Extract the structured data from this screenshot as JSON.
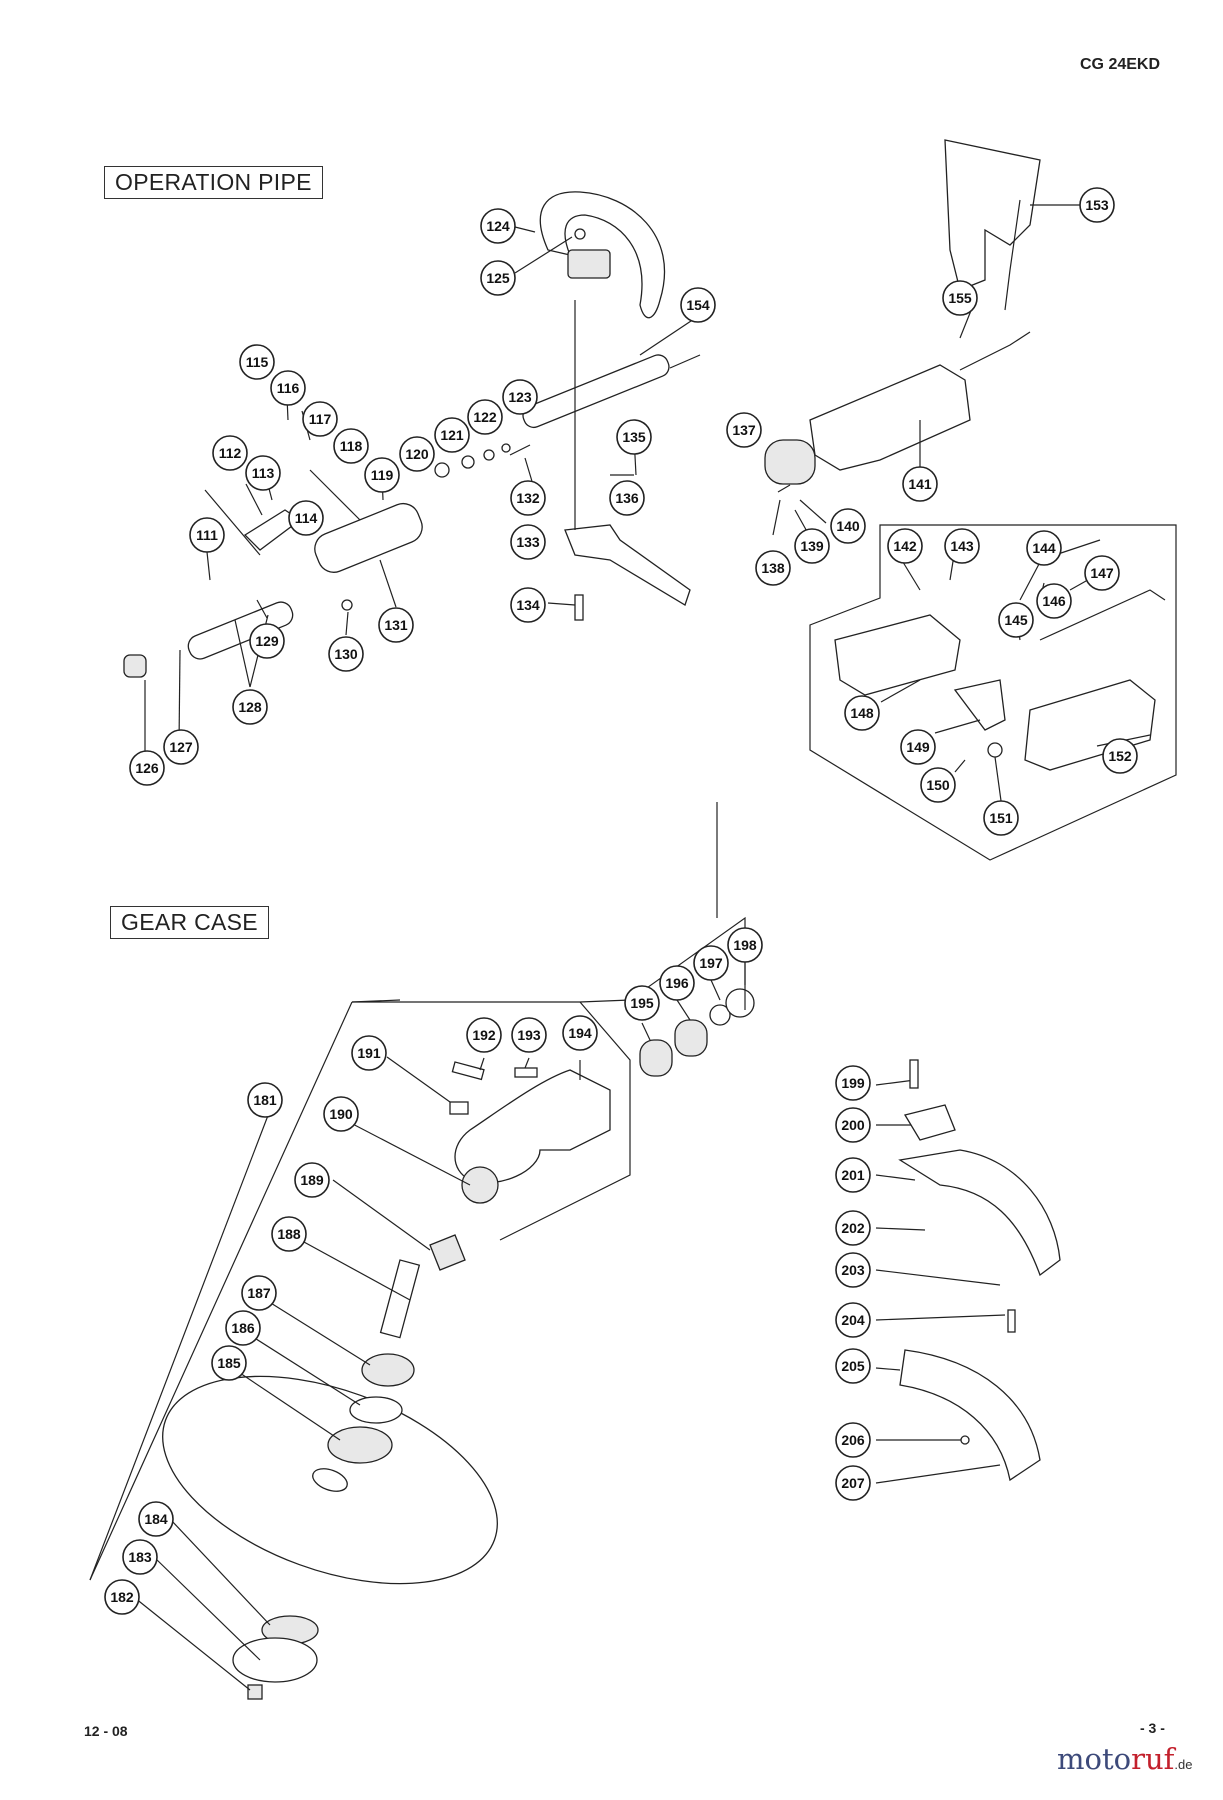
{
  "model": "CG 24EKD",
  "sections": {
    "operation_pipe": "OPERATION PIPE",
    "gear_case": "GEAR CASE"
  },
  "footer": {
    "date": "12 - 08",
    "page": "- 3 -",
    "brand_a": "moto",
    "brand_b": "ruf",
    "brand_c": ".de"
  },
  "callouts": {
    "p111": "111",
    "p112": "112",
    "p113": "113",
    "p114": "114",
    "p115": "115",
    "p116": "116",
    "p117": "117",
    "p118": "118",
    "p119": "119",
    "p120": "120",
    "p121": "121",
    "p122": "122",
    "p123": "123",
    "p124": "124",
    "p125": "125",
    "p126": "126",
    "p127": "127",
    "p128": "128",
    "p129": "129",
    "p130": "130",
    "p131": "131",
    "p132": "132",
    "p133": "133",
    "p134": "134",
    "p135": "135",
    "p136": "136",
    "p137": "137",
    "p138": "138",
    "p139": "139",
    "p140": "140",
    "p141": "141",
    "p142": "142",
    "p143": "143",
    "p144": "144",
    "p145": "145",
    "p146": "146",
    "p147": "147",
    "p148": "148",
    "p149": "149",
    "p150": "150",
    "p151": "151",
    "p152": "152",
    "p153": "153",
    "p154": "154",
    "p155": "155",
    "p181": "181",
    "p182": "182",
    "p183": "183",
    "p184": "184",
    "p185": "185",
    "p186": "186",
    "p187": "187",
    "p188": "188",
    "p189": "189",
    "p190": "190",
    "p191": "191",
    "p192": "192",
    "p193": "193",
    "p194": "194",
    "p195": "195",
    "p196": "196",
    "p197": "197",
    "p198": "198",
    "p199": "199",
    "p200": "200",
    "p201": "201",
    "p202": "202",
    "p203": "203",
    "p204": "204",
    "p205": "205",
    "p206": "206",
    "p207": "207"
  }
}
